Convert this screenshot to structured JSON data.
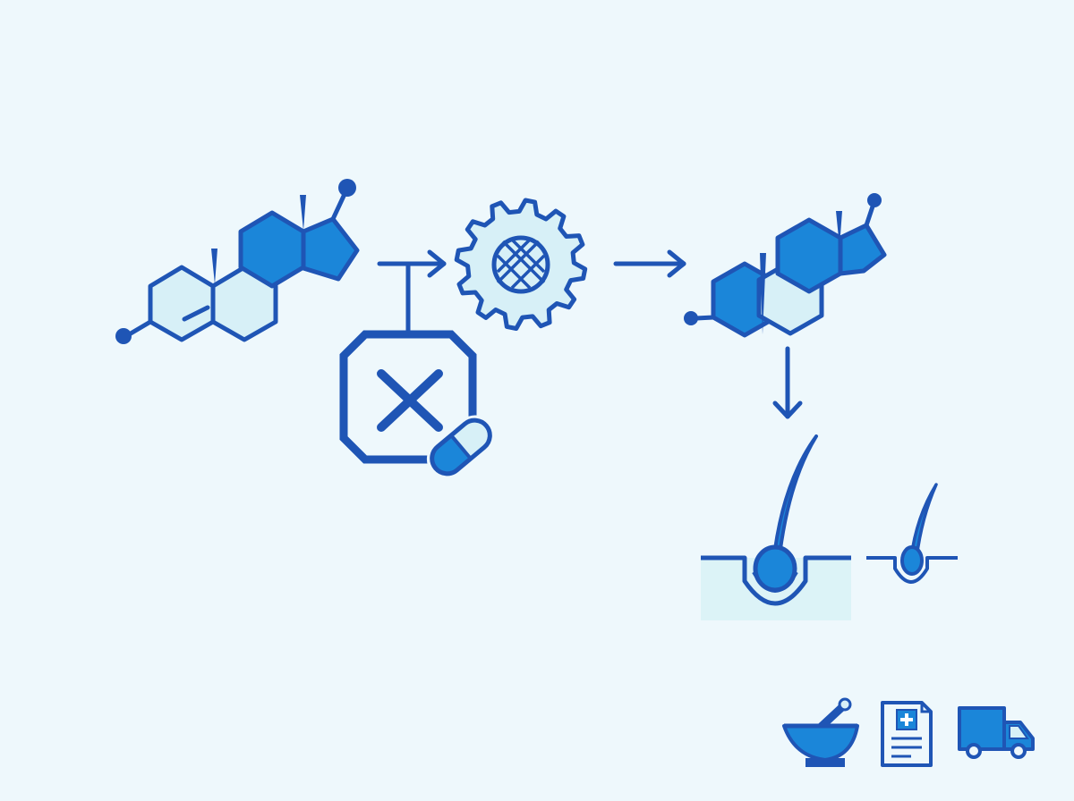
{
  "colors": {
    "background": "#eef8fc",
    "outline": "#1f55b5",
    "fill_blue": "#1b86d9",
    "fill_pale": "#d7f0f7",
    "skin": "#dcf3f7"
  },
  "nodes": [
    {
      "id": "testosterone",
      "icon": "steroid-molecule-icon"
    },
    {
      "id": "inhibitor",
      "icon": "blocked-enzyme-pill-icon"
    },
    {
      "id": "enzyme",
      "icon": "gear-enzyme-icon"
    },
    {
      "id": "dht",
      "icon": "steroid-molecule-icon"
    },
    {
      "id": "hair_follicles",
      "icon": "hair-follicle-miniaturization-icon"
    }
  ],
  "edges": [
    {
      "from": "testosterone",
      "to": "enzyme",
      "icon": "arrow-right-icon"
    },
    {
      "from": "inhibitor",
      "to": "testosterone-enzyme-arrow",
      "icon": "inhibition-connector-icon"
    },
    {
      "from": "enzyme",
      "to": "dht",
      "icon": "arrow-right-icon"
    },
    {
      "from": "dht",
      "to": "hair_follicles",
      "icon": "arrow-down-icon"
    }
  ],
  "footer_icons": [
    "mortar-pestle-icon",
    "prescription-icon",
    "delivery-truck-icon"
  ]
}
